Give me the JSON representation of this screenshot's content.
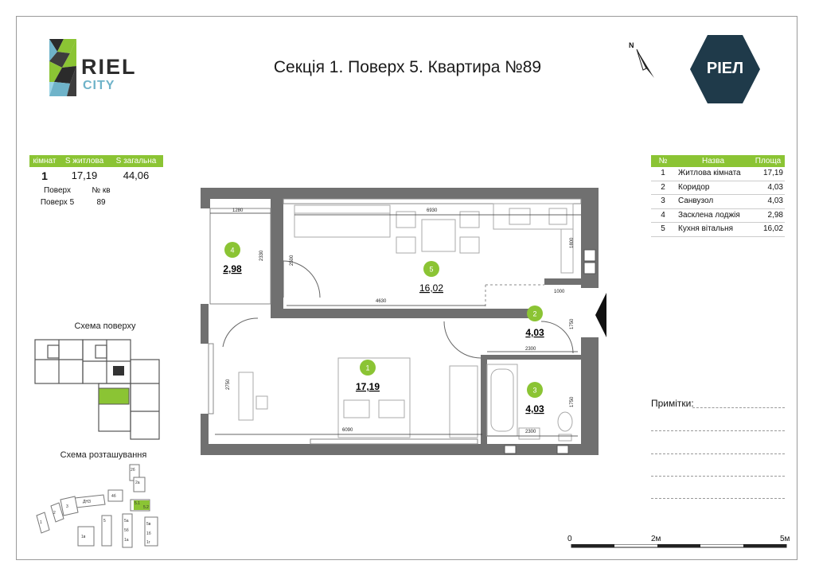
{
  "logo_left": {
    "word1": "RIEL",
    "word2": "CITY"
  },
  "logo_right": {
    "text": "РІЕЛ"
  },
  "compass": {
    "label": "N"
  },
  "title": "Секція 1. Поверх 5. Квартира №89",
  "summary": {
    "headers": [
      "кімнат",
      "S житлова",
      "S загальна"
    ],
    "values": [
      "1",
      "17,19",
      "44,06"
    ],
    "sub_headers": [
      "Поверх",
      "№ кв"
    ],
    "sub_values": [
      "Поверх 5",
      "89"
    ]
  },
  "rooms_table": {
    "headers": [
      "№",
      "Назва",
      "Площа"
    ],
    "rows": [
      {
        "n": "1",
        "name": "Житлова кімната",
        "area": "17,19"
      },
      {
        "n": "2",
        "name": "Коридор",
        "area": "4,03"
      },
      {
        "n": "3",
        "name": "Санвузол",
        "area": "4,03"
      },
      {
        "n": "4",
        "name": "Засклена лоджія",
        "area": "2,98"
      },
      {
        "n": "5",
        "name": "Кухня вітальня",
        "area": "16,02"
      }
    ]
  },
  "notes": {
    "label": "Примітки:"
  },
  "schema_floor": {
    "label": "Схема поверху"
  },
  "schema_site": {
    "label": "Схема розташування",
    "building_labels": [
      "2б",
      "2а",
      "4б",
      "1",
      "2",
      "3",
      "ДНЗ",
      "5.1",
      "5.2",
      "5",
      "5а",
      "5б",
      "5в",
      "1а",
      "1б",
      "1в",
      "1г"
    ]
  },
  "scale": {
    "labels": [
      "0",
      "2м",
      "5м"
    ]
  },
  "plan": {
    "room_markers": [
      {
        "n": "4",
        "area": "2,98"
      },
      {
        "n": "5",
        "area": "16,02"
      },
      {
        "n": "2",
        "area": "4,03"
      },
      {
        "n": "1",
        "area": "17,19"
      },
      {
        "n": "3",
        "area": "4,03"
      }
    ],
    "dimensions": [
      "1280",
      "6930",
      "2330",
      "2500",
      "1800",
      "1000",
      "4630",
      "1750",
      "2300",
      "2750",
      "1750",
      "6090",
      "2300"
    ]
  },
  "colors": {
    "accent": "#8bc434",
    "wall": "#6e6e6e",
    "dark": "#1f3a4a"
  }
}
